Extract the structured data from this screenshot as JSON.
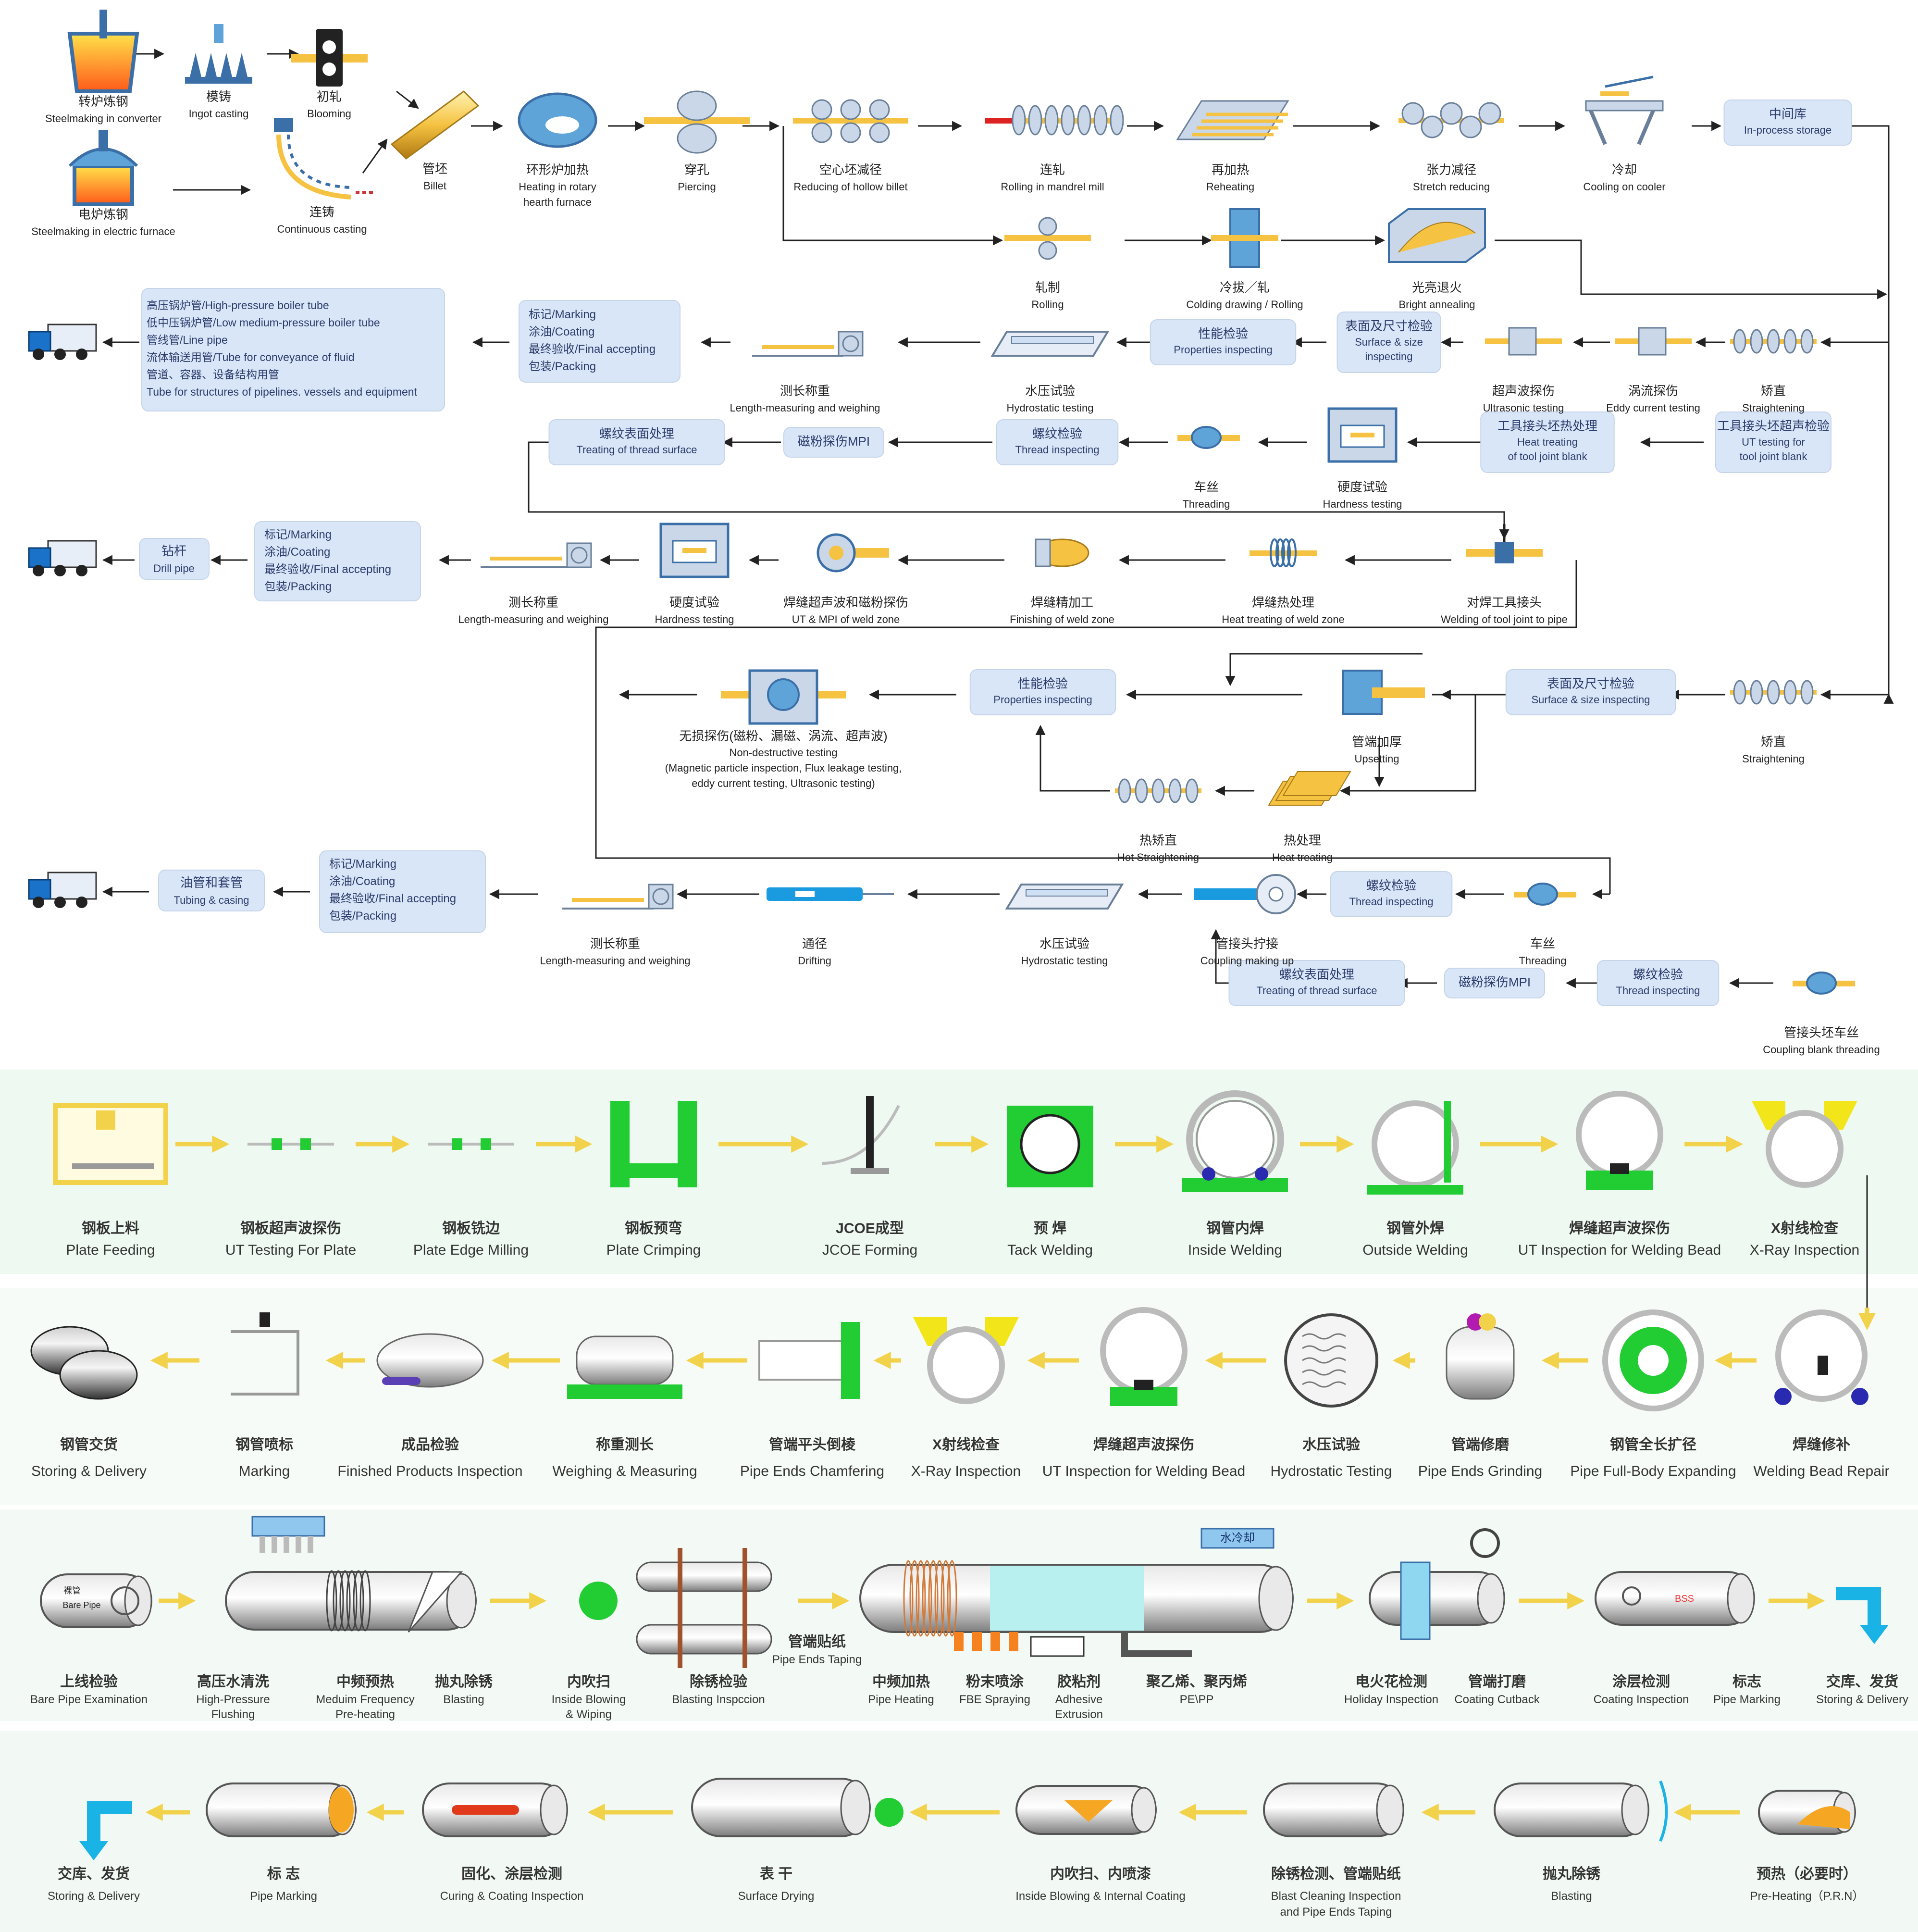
{
  "colors": {
    "box_fill": "#d9e6f7",
    "box_text": "#2b3b6b",
    "arrow": "#222222",
    "yellow_arrow": "#f2d24a",
    "green": "#22cc33",
    "panel_bg": "#eef9f1",
    "pipe_grey": "#9a9a9a",
    "orange": "#f5a623",
    "cyan": "#1ab3e6"
  },
  "seamless_top": {
    "start": [
      {
        "cn": "转炉炼钢",
        "en": "Steelmaking in converter"
      },
      {
        "cn": "模铸",
        "en": "Ingot casting"
      },
      {
        "cn": "初轧",
        "en": "Blooming"
      },
      {
        "cn": "电炉炼钢",
        "en": "Steelmaking in electric furnace"
      },
      {
        "cn": "连铸",
        "en": "Continuous casting"
      },
      {
        "cn": "管坯",
        "en": "Billet"
      }
    ],
    "row1": [
      {
        "cn": "环形炉加热",
        "en": "Heating in rotary",
        "en2": "hearth furnace"
      },
      {
        "cn": "穿孔",
        "en": "Piercing"
      },
      {
        "cn": "空心坯减径",
        "en": "Reducing of hollow billet"
      },
      {
        "cn": "连轧",
        "en": "Rolling in mandrel mill"
      },
      {
        "cn": "再加热",
        "en": "Reheating"
      },
      {
        "cn": "张力减径",
        "en": "Stretch reducing"
      },
      {
        "cn": "冷却",
        "en": "Cooling on cooler"
      },
      {
        "cn": "中间库",
        "en": "In-process storage",
        "box": true
      }
    ],
    "branch": [
      {
        "cn": "轧制",
        "en": "Rolling"
      },
      {
        "cn": "冷拔／轧",
        "en": "Colding drawing / Rolling"
      },
      {
        "cn": "光亮退火",
        "en": "Bright annealing"
      }
    ],
    "row2": [
      {
        "cn": "矫直",
        "en": "Straightening"
      },
      {
        "cn": "涡流探伤",
        "en": "Eddy current testing"
      },
      {
        "cn": "超声波探伤",
        "en": "Ultrasonic testing"
      },
      {
        "cn": "表面及尺寸检验",
        "en": "Surface & size",
        "en2": "inspecting",
        "box": true
      },
      {
        "cn": "性能检验",
        "en": "Properties inspecting",
        "box": true
      },
      {
        "cn": "水压试验",
        "en": "Hydrostatic testing"
      },
      {
        "cn": "测长称重",
        "en": "Length-measuring and weighing"
      }
    ],
    "row2_box": [
      "标记/Marking",
      "涂油/Coating",
      "最终验收/Final accepting",
      "包装/Packing"
    ],
    "row2_products": [
      "高压锅炉管/High-pressure boiler tube",
      "低中压锅炉管/Low medium-pressure boiler tube",
      "管线管/Line pipe",
      "流体输送用管/Tube for conveyance of fluid",
      "管道、容器、设备结构用管",
      "Tube for structures of pipelines. vessels and equipment"
    ],
    "row3": [
      {
        "cn": "工具接头坯超声检验",
        "en": "UT testing for",
        "en2": "tool joint blank",
        "box": true
      },
      {
        "cn": "工具接头坯热处理",
        "en": "Heat treating",
        "en2": "of tool joint blank",
        "box": true
      },
      {
        "cn": "硬度试验",
        "en": "Hardness  testing"
      },
      {
        "cn": "车丝",
        "en": "Threading"
      },
      {
        "cn": "螺纹检验",
        "en": "Thread inspecting",
        "box": true
      },
      {
        "cn": "磁粉探伤MPI",
        "en": "",
        "box": true
      },
      {
        "cn": "螺纹表面处理",
        "en": "Treating of thread surface",
        "box": true
      }
    ],
    "row4": [
      {
        "cn": "对焊工具接头",
        "en": "Welding of tool joint to pipe"
      },
      {
        "cn": "焊缝热处理",
        "en": "Heat treating of weld zone"
      },
      {
        "cn": "焊缝精加工",
        "en": "Finishing of weld zone"
      },
      {
        "cn": "焊缝超声波和磁粉探伤",
        "en": "UT & MPI of weld zone"
      },
      {
        "cn": "硬度试验",
        "en": "Hardness testing"
      },
      {
        "cn": "测长称重",
        "en": "Length-measuring and weighing"
      }
    ],
    "row4_box": [
      "标记/Marking",
      "涂油/Coating",
      "最终验收/Final accepting",
      "包装/Packing"
    ],
    "row4_product": {
      "cn": "钻杆",
      "en": "Drill pipe"
    },
    "row5": [
      {
        "cn": "矫直",
        "en": "Straightening"
      },
      {
        "cn": "表面及尺寸检验",
        "en": "Surface & size inspecting",
        "box": true
      },
      {
        "cn": "管端加厚",
        "en": "Upsetting"
      },
      {
        "cn": "热处理",
        "en": "Heat treating"
      },
      {
        "cn": "热矫直",
        "en": "Hot Straightening"
      },
      {
        "cn": "性能检验",
        "en": "Properties inspecting",
        "box": true
      }
    ],
    "ndt": {
      "cn": "无损探伤(磁粉、漏磁、涡流、超声波)",
      "en1": "Non-destructive testing",
      "en2": "(Magnetic particle inspection, Flux leakage testing,",
      "en3": "eddy current testing, Ultrasonic testing)"
    },
    "row6": [
      {
        "cn": "车丝",
        "en": "Threading"
      },
      {
        "cn": "螺纹检验",
        "en": "Thread inspecting",
        "box": true
      },
      {
        "cn": "管接头拧接",
        "en": "Coupling making up"
      },
      {
        "cn": "水压试验",
        "en": "Hydrostatic testing"
      },
      {
        "cn": "通径",
        "en": "Drifting"
      },
      {
        "cn": "测长称重",
        "en": "Length-measuring and weighing"
      }
    ],
    "row6_box": [
      "标记/Marking",
      "涂油/Coating",
      "最终验收/Final accepting",
      "包装/Packing"
    ],
    "row6_product": {
      "cn": "油管和套管",
      "en": "Tubing & casing"
    },
    "row7": [
      {
        "cn": "管接头坯车丝",
        "en": "Coupling blank threading"
      },
      {
        "cn": "螺纹检验",
        "en": "Thread inspecting",
        "box": true
      },
      {
        "cn": "磁粉探伤MPI",
        "en": "",
        "box": true
      },
      {
        "cn": "螺纹表面处理",
        "en": "Treating of thread surface",
        "box": true
      }
    ]
  },
  "welded": {
    "row1": [
      {
        "cn": "钢板上料",
        "en": "Plate Feeding"
      },
      {
        "cn": "钢板超声波探伤",
        "en": "UT Testing For Plate"
      },
      {
        "cn": "钢板铣边",
        "en": "Plate Edge Milling"
      },
      {
        "cn": "钢板预弯",
        "en": "Plate Crimping"
      },
      {
        "cn": "JCOE成型",
        "en": "JCOE Forming"
      },
      {
        "cn": "预  焊",
        "en": "Tack Welding"
      },
      {
        "cn": "钢管内焊",
        "en": "Inside Welding"
      },
      {
        "cn": "钢管外焊",
        "en": "Outside Welding"
      },
      {
        "cn": "焊缝超声波探伤",
        "en": "UT Inspection for Welding Bead"
      },
      {
        "cn": "X射线检查",
        "en": "X-Ray Inspection"
      }
    ],
    "row2": [
      {
        "cn": "钢管交货",
        "en": "Storing & Delivery"
      },
      {
        "cn": "钢管喷标",
        "en": "Marking"
      },
      {
        "cn": "成品检验",
        "en": "Finished Products Inspection"
      },
      {
        "cn": "称重测长",
        "en": "Weighing & Measuring"
      },
      {
        "cn": "管端平头倒棱",
        "en": "Pipe Ends Chamfering"
      },
      {
        "cn": "X射线检查",
        "en": "X-Ray Inspection"
      },
      {
        "cn": "焊缝超声波探伤",
        "en": "UT Inspection for Welding Bead"
      },
      {
        "cn": "水压试验",
        "en": "Hydrostatic Testing"
      },
      {
        "cn": "管端修磨",
        "en": "Pipe Ends Grinding"
      },
      {
        "cn": "钢管全长扩径",
        "en": "Pipe Full-Body Expanding"
      },
      {
        "cn": "焊缝修补",
        "en": "Welding Bead Repair"
      }
    ]
  },
  "coating": {
    "bare_pipe_tag_cn": "裸管",
    "bare_pipe_tag_en": "Bare Pipe",
    "water_cooling": "水冷却",
    "bss": "BSS",
    "row1": [
      {
        "cn": "上线检验",
        "en": "Bare Pipe Examination"
      },
      {
        "cn": "高压水清洗",
        "en": "High-Pressure",
        "en2": "Flushing"
      },
      {
        "cn": "中频预热",
        "en": "Meduim Frequency",
        "en2": "Pre-heating"
      },
      {
        "cn": "抛丸除锈",
        "en": "Blasting"
      },
      {
        "cn": "内吹扫",
        "en": "Inside Blowing",
        "en2": "& Wiping"
      },
      {
        "cn": "除锈检验",
        "en": "Blasting Inspccion"
      },
      {
        "cn": "管端贴纸",
        "en": "Pipe Ends Taping"
      },
      {
        "cn": "中频加热",
        "en": "Pipe Heating"
      },
      {
        "cn": "粉末喷涂",
        "en": "FBE Spraying"
      },
      {
        "cn": "胶粘剂",
        "en": "Adhesive",
        "en2": "Extrusion"
      },
      {
        "cn": "聚乙烯、聚丙烯",
        "en": "PE\\PP"
      },
      {
        "cn": "电火花检测",
        "en": "Holiday Inspection"
      },
      {
        "cn": "管端打磨",
        "en": "Coating Cutback"
      },
      {
        "cn": "涂层检测",
        "en": "Coating Inspection"
      },
      {
        "cn": "标志",
        "en": "Pipe Marking"
      },
      {
        "cn": "交库、发货",
        "en": "Storing & Delivery"
      }
    ],
    "row2": [
      {
        "cn": "交库、发货",
        "en": "Storing & Delivery"
      },
      {
        "cn": "标  志",
        "en": "Pipe Marking"
      },
      {
        "cn": "固化、涂层检测",
        "en": "Curing & Coating Inspection"
      },
      {
        "cn": "表  干",
        "en": "Surface Drying"
      },
      {
        "cn": "内吹扫、内喷漆",
        "en": "Inside Blowing & Internal Coating"
      },
      {
        "cn": "除锈检测、管端贴纸",
        "en": "Blast Cleaning Inspection",
        "en2": "and Pipe Ends Taping"
      },
      {
        "cn": "抛丸除锈",
        "en": "Blasting"
      },
      {
        "cn": "预热（必要时）",
        "en": "Pre-Heating（P.R.N）"
      }
    ]
  }
}
